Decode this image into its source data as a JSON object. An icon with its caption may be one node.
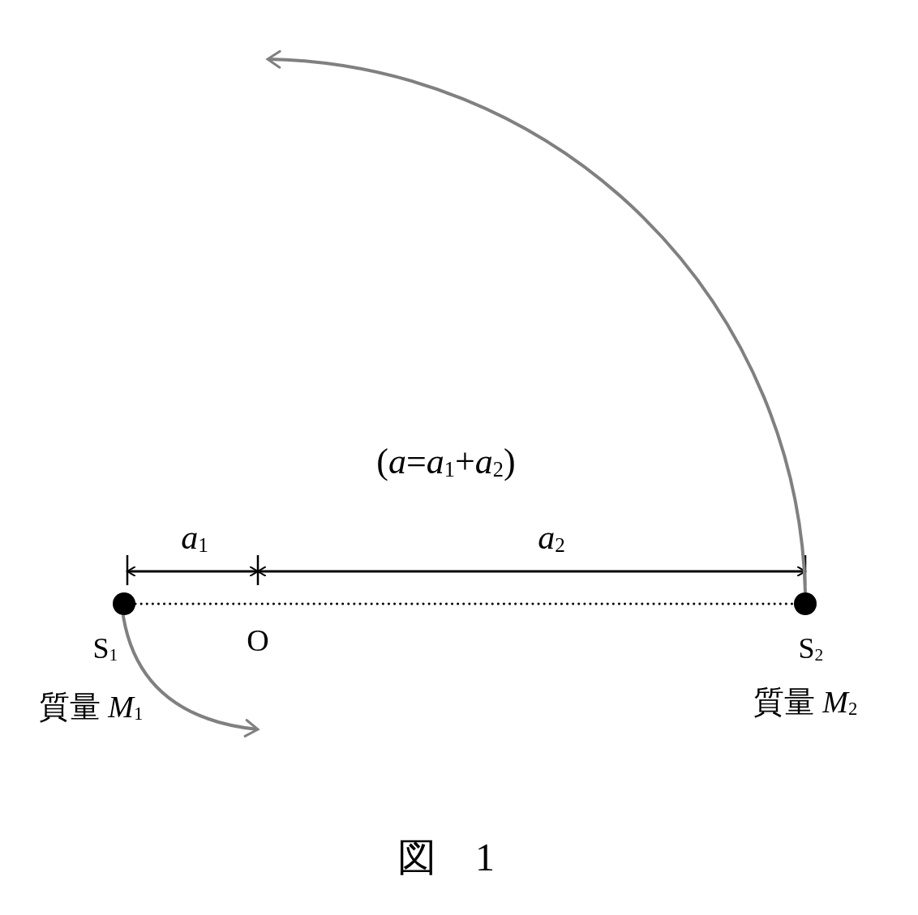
{
  "diagram": {
    "caption": "図　1",
    "nodes": [
      {
        "text": [],
        "shape": "circle",
        "beside": [
          "S$_{1}$",
          "質量 *M*$_{1}$"
        ]
      },
      {
        "text": [],
        "shape": "circle",
        "beside": [
          "S$_{2}$",
          "質量 *M*$_{2}$"
        ]
      }
    ],
    "edges": [
      {
        "from": 0,
        "to": 1,
        "arrow": "none",
        "style": "dashed",
        "color": "#000000"
      },
      {
        "from": 0,
        "to": null,
        "arrow": "to",
        "color": "#808080"
      },
      {
        "from": 1,
        "to": null,
        "arrow": "to",
        "color": "#808080"
      }
    ],
    "labels": [
      "(*a*=*a*$_{1}$+*a*$_{2}$)",
      "*a*$_{1}$",
      "*a*$_{2}$",
      "O"
    ]
  }
}
